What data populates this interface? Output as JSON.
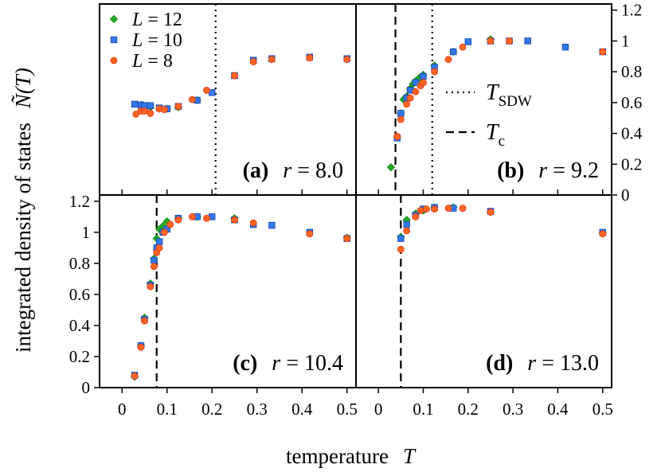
{
  "colors": {
    "L12": "#22aa22",
    "L10": "#3377ee",
    "L8": "#ff6622",
    "marker_edge": "#ee3311"
  },
  "chart_data": {
    "type": "scatter",
    "xlabel": "temperature",
    "xlabel_symbol": "T",
    "ylabel": "integrated density of states",
    "ylabel_symbol": "Ñ(T)",
    "xlim": [
      -0.05,
      0.52
    ],
    "ylim": [
      0,
      1.24
    ],
    "xticks": [
      0,
      0.1,
      0.2,
      0.3,
      0.4,
      0.5
    ],
    "xtick_labels": [
      "0",
      "0.1",
      "0.2",
      "0.3",
      "0.4",
      "0.5"
    ],
    "yticks": [
      0,
      0.2,
      0.4,
      0.6,
      0.8,
      1,
      1.2
    ],
    "ytick_labels": [
      "0",
      "0.2",
      "0.4",
      "0.6",
      "0.8",
      "1",
      "1.2"
    ],
    "legend": [
      {
        "key": "L12",
        "label": "L = 12",
        "marker": "diamond"
      },
      {
        "key": "L10",
        "label": "L = 10",
        "marker": "square"
      },
      {
        "key": "L8",
        "label": "L = 8",
        "marker": "circle"
      }
    ],
    "line_legend": [
      {
        "label": "T",
        "sub": "SDW",
        "style": "dotted"
      },
      {
        "label": "T",
        "sub": "c",
        "style": "dashed"
      }
    ],
    "panels": [
      {
        "id": "a",
        "label": "(a)",
        "r_text": "r = 8.0",
        "vlines": [
          {
            "x": 0.208,
            "style": "dotted"
          }
        ],
        "series": {
          "L12": [
            [
              0.042,
              0.585
            ],
            [
              0.056,
              0.58
            ],
            [
              0.063,
              0.57
            ],
            [
              0.083,
              0.56
            ],
            [
              0.1,
              0.56
            ],
            [
              0.125,
              0.57
            ],
            [
              0.167,
              0.615
            ]
          ],
          "L10": [
            [
              0.028,
              0.59
            ],
            [
              0.042,
              0.585
            ],
            [
              0.05,
              0.58
            ],
            [
              0.063,
              0.58
            ],
            [
              0.083,
              0.565
            ],
            [
              0.1,
              0.56
            ],
            [
              0.125,
              0.575
            ],
            [
              0.167,
              0.615
            ],
            [
              0.2,
              0.665
            ],
            [
              0.25,
              0.775
            ],
            [
              0.333,
              0.885
            ],
            [
              0.417,
              0.895
            ],
            [
              0.5,
              0.885
            ],
            [
              0.292,
              0.875
            ]
          ],
          "L8": [
            [
              0.031,
              0.525
            ],
            [
              0.042,
              0.545
            ],
            [
              0.05,
              0.545
            ],
            [
              0.063,
              0.53
            ],
            [
              0.083,
              0.56
            ],
            [
              0.094,
              0.555
            ],
            [
              0.125,
              0.575
            ],
            [
              0.156,
              0.62
            ],
            [
              0.188,
              0.68
            ],
            [
              0.25,
              0.775
            ],
            [
              0.292,
              0.865
            ],
            [
              0.333,
              0.88
            ],
            [
              0.417,
              0.89
            ],
            [
              0.5,
              0.88
            ]
          ]
        }
      },
      {
        "id": "b",
        "label": "(b)",
        "r_text": "r = 9.2",
        "vlines": [
          {
            "x": 0.038,
            "style": "dashed"
          },
          {
            "x": 0.12,
            "style": "dotted"
          }
        ],
        "series": {
          "L12": [
            [
              0.028,
              0.18
            ],
            [
              0.042,
              0.375
            ],
            [
              0.05,
              0.53
            ],
            [
              0.056,
              0.62
            ],
            [
              0.063,
              0.64
            ],
            [
              0.071,
              0.69
            ],
            [
              0.077,
              0.72
            ],
            [
              0.083,
              0.74
            ],
            [
              0.091,
              0.76
            ],
            [
              0.1,
              0.78
            ],
            [
              0.125,
              0.84
            ],
            [
              0.167,
              0.93
            ],
            [
              0.25,
              1.01
            ]
          ],
          "L10": [
            [
              0.042,
              0.37
            ],
            [
              0.05,
              0.53
            ],
            [
              0.063,
              0.63
            ],
            [
              0.071,
              0.68
            ],
            [
              0.083,
              0.73
            ],
            [
              0.1,
              0.77
            ],
            [
              0.125,
              0.83
            ],
            [
              0.167,
              0.93
            ],
            [
              0.2,
              0.995
            ],
            [
              0.25,
              1.0
            ],
            [
              0.292,
              1.0
            ],
            [
              0.333,
              1.0
            ],
            [
              0.417,
              0.96
            ],
            [
              0.5,
              0.93
            ]
          ],
          "L8": [
            [
              0.042,
              0.38
            ],
            [
              0.05,
              0.49
            ],
            [
              0.063,
              0.59
            ],
            [
              0.071,
              0.63
            ],
            [
              0.083,
              0.67
            ],
            [
              0.094,
              0.71
            ],
            [
              0.1,
              0.73
            ],
            [
              0.125,
              0.8
            ],
            [
              0.156,
              0.88
            ],
            [
              0.188,
              0.96
            ],
            [
              0.25,
              1.0
            ],
            [
              0.292,
              1.0
            ],
            [
              0.5,
              0.93
            ]
          ]
        }
      },
      {
        "id": "c",
        "label": "(c)",
        "r_text": "r = 10.4",
        "vlines": [
          {
            "x": 0.077,
            "style": "dashed"
          }
        ],
        "series": {
          "L12": [
            [
              0.028,
              0.07
            ],
            [
              0.042,
              0.27
            ],
            [
              0.05,
              0.45
            ],
            [
              0.063,
              0.67
            ],
            [
              0.071,
              0.83
            ],
            [
              0.077,
              0.96
            ],
            [
              0.083,
              1.02
            ],
            [
              0.091,
              1.04
            ],
            [
              0.1,
              1.07
            ],
            [
              0.125,
              1.09
            ],
            [
              0.167,
              1.1
            ],
            [
              0.25,
              1.09
            ],
            [
              0.5,
              0.965
            ]
          ],
          "L10": [
            [
              0.028,
              0.08
            ],
            [
              0.042,
              0.27
            ],
            [
              0.05,
              0.44
            ],
            [
              0.063,
              0.66
            ],
            [
              0.071,
              0.82
            ],
            [
              0.077,
              0.9
            ],
            [
              0.083,
              0.94
            ],
            [
              0.091,
              1.0
            ],
            [
              0.1,
              1.02
            ],
            [
              0.125,
              1.09
            ],
            [
              0.167,
              1.1
            ],
            [
              0.2,
              1.1
            ],
            [
              0.25,
              1.08
            ],
            [
              0.292,
              1.05
            ],
            [
              0.333,
              1.045
            ],
            [
              0.417,
              1.0
            ],
            [
              0.5,
              0.96
            ]
          ],
          "L8": [
            [
              0.028,
              0.075
            ],
            [
              0.042,
              0.26
            ],
            [
              0.05,
              0.43
            ],
            [
              0.063,
              0.65
            ],
            [
              0.071,
              0.78
            ],
            [
              0.077,
              0.87
            ],
            [
              0.083,
              0.9
            ],
            [
              0.094,
              1.0
            ],
            [
              0.107,
              1.05
            ],
            [
              0.125,
              1.08
            ],
            [
              0.156,
              1.1
            ],
            [
              0.188,
              1.09
            ],
            [
              0.25,
              1.08
            ],
            [
              0.292,
              1.06
            ],
            [
              0.417,
              0.99
            ],
            [
              0.5,
              0.96
            ]
          ]
        }
      },
      {
        "id": "d",
        "label": "(d)",
        "r_text": "r = 13.0",
        "vlines": [
          {
            "x": 0.05,
            "style": "dashed"
          }
        ],
        "series": {
          "L12": [
            [
              0.05,
              0.97
            ],
            [
              0.063,
              1.08
            ],
            [
              0.083,
              1.12
            ],
            [
              0.1,
              1.14
            ],
            [
              0.125,
              1.16
            ],
            [
              0.167,
              1.16
            ],
            [
              0.25,
              1.13
            ],
            [
              0.5,
              0.995
            ]
          ],
          "L10": [
            [
              0.05,
              0.96
            ],
            [
              0.063,
              1.05
            ],
            [
              0.083,
              1.11
            ],
            [
              0.1,
              1.15
            ],
            [
              0.125,
              1.16
            ],
            [
              0.167,
              1.155
            ],
            [
              0.25,
              1.135
            ],
            [
              0.5,
              1.0
            ]
          ],
          "L8": [
            [
              0.05,
              0.89
            ],
            [
              0.063,
              1.01
            ],
            [
              0.083,
              1.1
            ],
            [
              0.094,
              1.14
            ],
            [
              0.107,
              1.15
            ],
            [
              0.125,
              1.15
            ],
            [
              0.156,
              1.155
            ],
            [
              0.188,
              1.155
            ],
            [
              0.25,
              1.13
            ],
            [
              0.5,
              0.99
            ]
          ]
        }
      }
    ]
  }
}
